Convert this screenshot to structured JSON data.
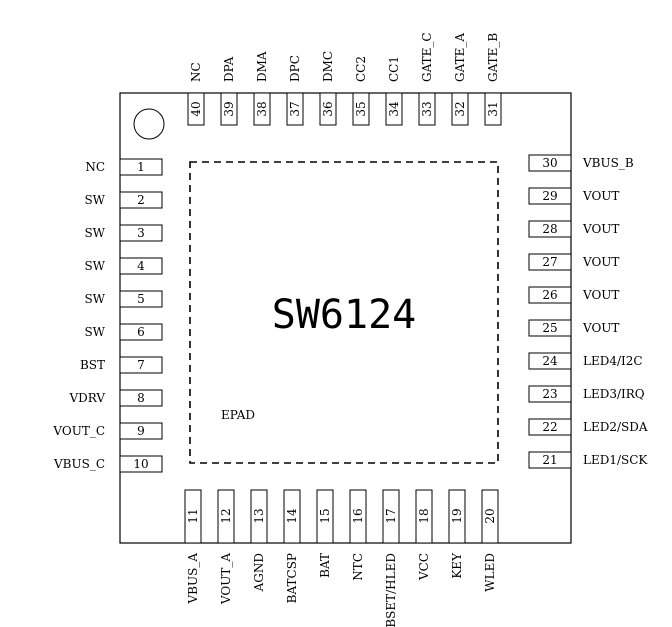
{
  "chip": {
    "name": "SW6124",
    "epad": "EPAD"
  },
  "pins": {
    "left": [
      {
        "num": "1",
        "name": "NC"
      },
      {
        "num": "2",
        "name": "SW"
      },
      {
        "num": "3",
        "name": "SW"
      },
      {
        "num": "4",
        "name": "SW"
      },
      {
        "num": "5",
        "name": "SW"
      },
      {
        "num": "6",
        "name": "SW"
      },
      {
        "num": "7",
        "name": "BST"
      },
      {
        "num": "8",
        "name": "VDRV"
      },
      {
        "num": "9",
        "name": "VOUT_C"
      },
      {
        "num": "10",
        "name": "VBUS_C"
      }
    ],
    "bottom": [
      {
        "num": "11",
        "name": "VBUS_A"
      },
      {
        "num": "12",
        "name": "VOUT_A"
      },
      {
        "num": "13",
        "name": "AGND"
      },
      {
        "num": "14",
        "name": "BATCSP"
      },
      {
        "num": "15",
        "name": "BAT"
      },
      {
        "num": "16",
        "name": "NTC"
      },
      {
        "num": "17",
        "name": "BSET/HLED"
      },
      {
        "num": "18",
        "name": "VCC"
      },
      {
        "num": "19",
        "name": "KEY"
      },
      {
        "num": "20",
        "name": "WLED"
      }
    ],
    "right": [
      {
        "num": "21",
        "name": "LED1/SCK"
      },
      {
        "num": "22",
        "name": "LED2/SDA"
      },
      {
        "num": "23",
        "name": "LED3/IRQ"
      },
      {
        "num": "24",
        "name": "LED4/I2C"
      },
      {
        "num": "25",
        "name": "VOUT"
      },
      {
        "num": "26",
        "name": "VOUT"
      },
      {
        "num": "27",
        "name": "VOUT"
      },
      {
        "num": "28",
        "name": "VOUT"
      },
      {
        "num": "29",
        "name": "VOUT"
      },
      {
        "num": "30",
        "name": "VBUS_B"
      }
    ],
    "top": [
      {
        "num": "31",
        "name": "GATE_B"
      },
      {
        "num": "32",
        "name": "GATE_A"
      },
      {
        "num": "33",
        "name": "GATE_C"
      },
      {
        "num": "34",
        "name": "CC1"
      },
      {
        "num": "35",
        "name": "CC2"
      },
      {
        "num": "36",
        "name": "DMC"
      },
      {
        "num": "37",
        "name": "DPC"
      },
      {
        "num": "38",
        "name": "DMA"
      },
      {
        "num": "39",
        "name": "DPA"
      },
      {
        "num": "40",
        "name": "NC"
      }
    ]
  }
}
